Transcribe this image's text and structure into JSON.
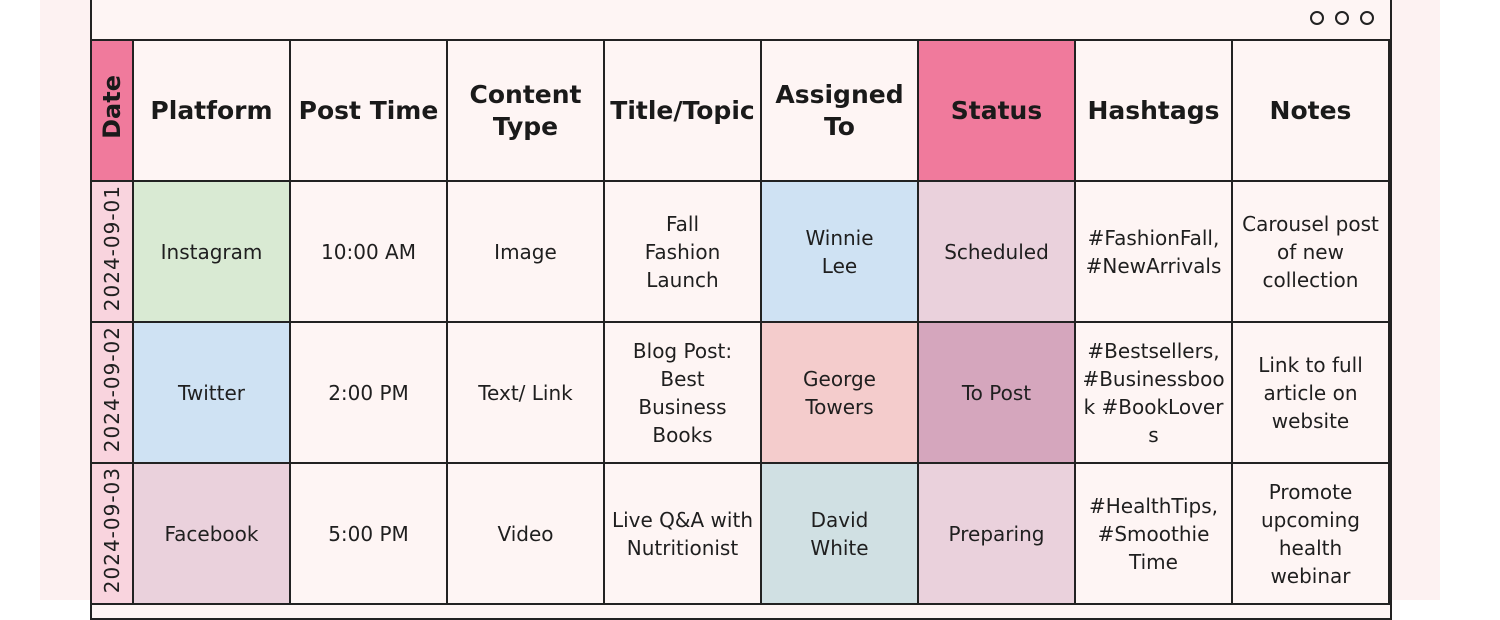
{
  "headers": {
    "date": "Date",
    "platform": "Platform",
    "post_time": "Post Time",
    "content_type": "Content Type",
    "title_topic": "Title/Topic",
    "assigned_to": "Assigned To",
    "status": "Status",
    "hashtags": "Hashtags",
    "notes": "Notes"
  },
  "rows": [
    {
      "date": "2024-09-01",
      "platform": "Instagram",
      "post_time": "10:00 AM",
      "content_type": "Image",
      "title_topic": "Fall Fashion Launch",
      "assigned_to": "Winnie Lee",
      "status": "Scheduled",
      "hashtags": "#FashionFall, #NewArrivals",
      "notes": "Carousel post of new collection"
    },
    {
      "date": "2024-09-02",
      "platform": "Twitter",
      "post_time": "2:00 PM",
      "content_type": "Text/ Link",
      "title_topic": "Blog Post: Best Business Books",
      "assigned_to": "George Towers",
      "status": "To Post",
      "hashtags": "#Bestsellers, #Businessbook #BookLovers",
      "notes": "Link to full article on website"
    },
    {
      "date": "2024-09-03",
      "platform": "Facebook",
      "post_time": "5:00 PM",
      "content_type": "Video",
      "title_topic": "Live Q&A with Nutritionist",
      "assigned_to": "David White",
      "status": "Preparing",
      "hashtags": "#HealthTips, #Smoothie Time",
      "notes": "Promote upcoming health webinar"
    }
  ],
  "colors": {
    "header_accent": "#f07a9c",
    "date_cell": "#f9d4de",
    "instagram": "#d9ead3",
    "twitter": "#cfe2f3",
    "facebook": "#ead1dc",
    "assignee_winnie": "#cfe2f3",
    "assignee_george": "#f4cccc",
    "assignee_david": "#d0e0e3",
    "status_scheduled": "#ead1dc",
    "status_to_post": "#d5a6bd",
    "status_preparing": "#ead1dc"
  }
}
